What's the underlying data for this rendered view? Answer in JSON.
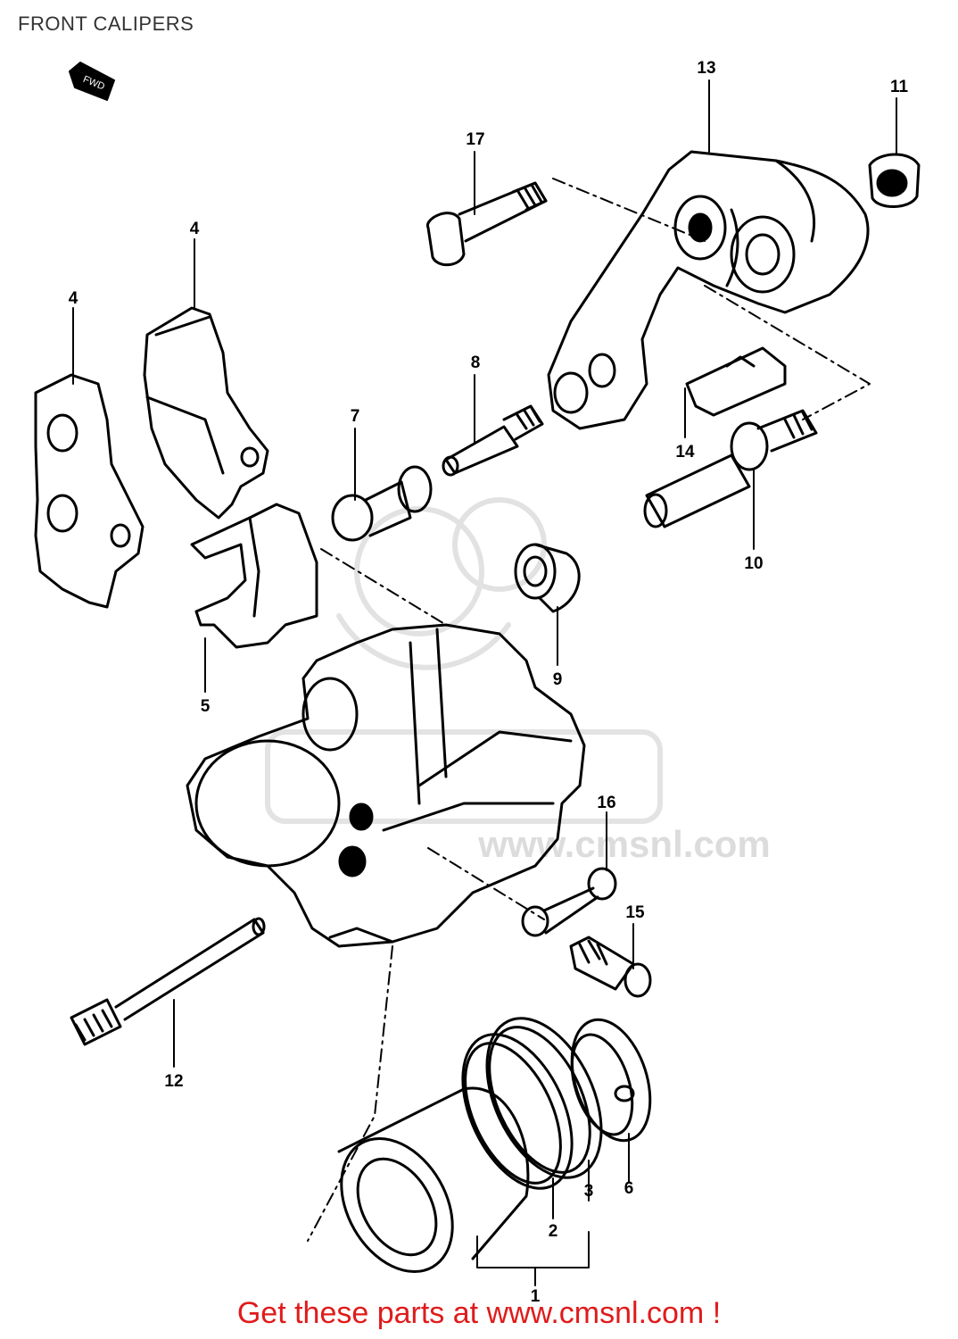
{
  "page": {
    "title": "FRONT CALIPERS",
    "footer_link": "Get these parts at www.cmsnl.com !",
    "watermark": "www.cmsnl.com",
    "watermark_brand": "CMSNL"
  },
  "colors": {
    "ink": "#000000",
    "cta": "#e01b1b",
    "watermark": "#d9d9d9"
  },
  "front_indicator": {
    "icon": "front-arrow-icon",
    "text": "FWD"
  },
  "parts": [
    {
      "id": "p13",
      "label": "13"
    },
    {
      "id": "p11",
      "label": "11"
    },
    {
      "id": "p17",
      "label": "17"
    },
    {
      "id": "p4a",
      "label": "4"
    },
    {
      "id": "p4b",
      "label": "4"
    },
    {
      "id": "p8",
      "label": "8"
    },
    {
      "id": "p7",
      "label": "7"
    },
    {
      "id": "p14",
      "label": "14"
    },
    {
      "id": "p10",
      "label": "10"
    },
    {
      "id": "p9",
      "label": "9"
    },
    {
      "id": "p5",
      "label": "5"
    },
    {
      "id": "p16",
      "label": "16"
    },
    {
      "id": "p15",
      "label": "15"
    },
    {
      "id": "p12",
      "label": "12"
    },
    {
      "id": "p6",
      "label": "6"
    },
    {
      "id": "p3",
      "label": "3"
    },
    {
      "id": "p2",
      "label": "2"
    },
    {
      "id": "p1",
      "label": "1"
    }
  ]
}
